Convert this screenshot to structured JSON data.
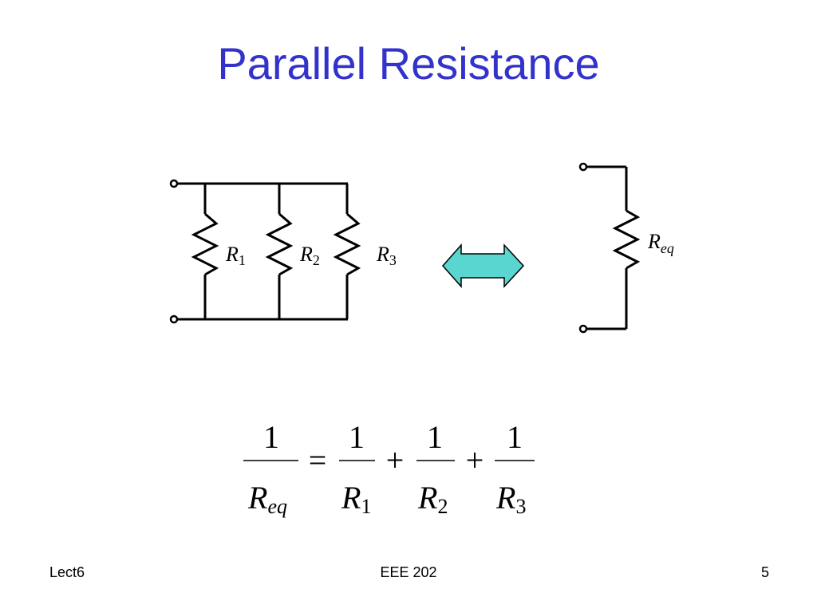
{
  "slide": {
    "title": "Parallel Resistance"
  },
  "circuit": {
    "resistors": [
      {
        "label": "R",
        "subscript": "1"
      },
      {
        "label": "R",
        "subscript": "2"
      },
      {
        "label": "R",
        "subscript": "3"
      }
    ],
    "equivalent": {
      "label": "R",
      "subscript": "eq"
    }
  },
  "equation": {
    "numerator": "1",
    "lhs": {
      "label": "R",
      "subscript": "eq"
    },
    "equals": "=",
    "plus": "+",
    "terms": [
      {
        "label": "R",
        "subscript": "1"
      },
      {
        "label": "R",
        "subscript": "2"
      },
      {
        "label": "R",
        "subscript": "3"
      }
    ]
  },
  "footer": {
    "left": "Lect6",
    "center": "EEE 202",
    "right": "5"
  },
  "colors": {
    "title": "#3333cc",
    "arrow_fill": "#5ad6d0",
    "wire": "#000000"
  }
}
